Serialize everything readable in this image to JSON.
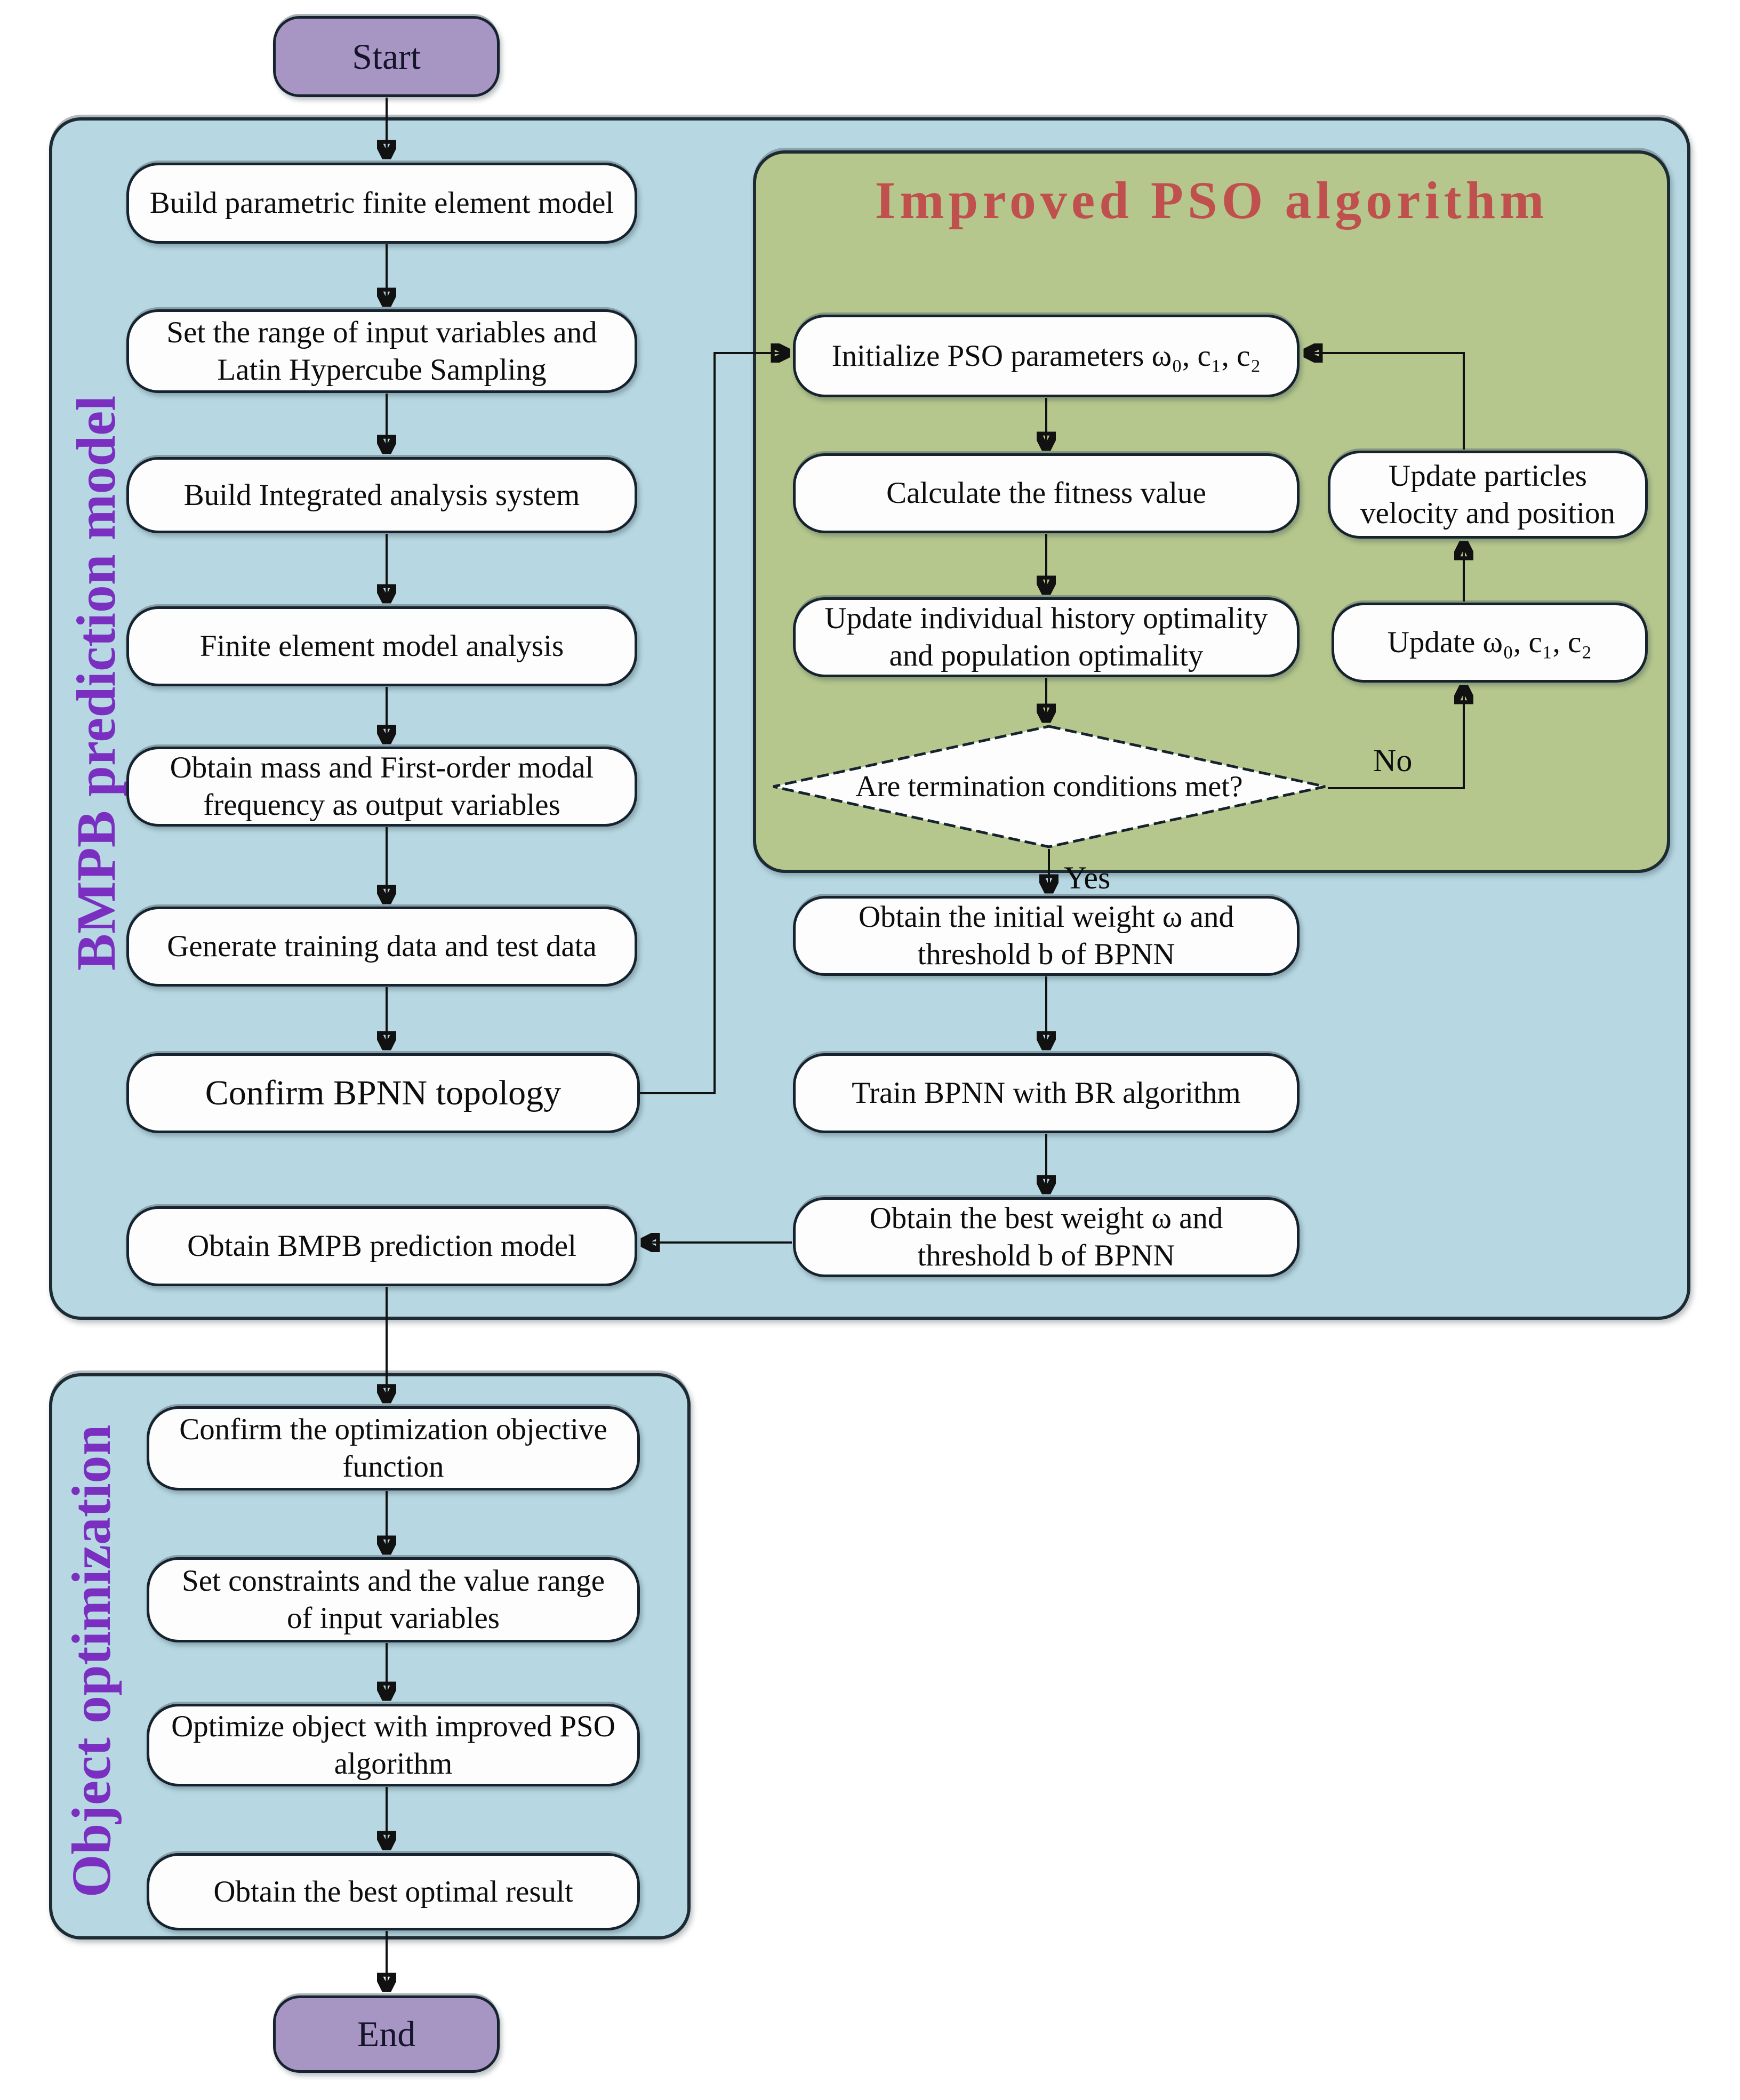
{
  "terminals": {
    "start": "Start",
    "end": "End"
  },
  "sections": {
    "bmpb_label": "BMPB prediction model",
    "pso_title": "Improved PSO algorithm",
    "object_label": "Object optimization"
  },
  "bmpb_nodes": {
    "build_fem": "Build parametric finite element model",
    "set_range": "Set the range of input variables and Latin Hypercube Sampling",
    "build_integrated": "Build Integrated analysis system",
    "fem_analysis": "Finite element model analysis",
    "obtain_outputs": "Obtain mass and First-order modal frequency as output variables",
    "generate_data": "Generate training data and test data",
    "confirm_topology": "Confirm BPNN topology",
    "obtain_model": "Obtain BMPB prediction model"
  },
  "pso_nodes": {
    "initialize": "Initialize PSO parameters ω₀, c₁, c₂",
    "fitness": "Calculate the fitness value",
    "update_optimality": "Update individual history optimality and population optimality",
    "termination": "Are termination conditions met?",
    "update_particles": "Update particles velocity and position",
    "update_params": "Update ω₀, c₁, c₂"
  },
  "train_nodes": {
    "initial_weight": "Obtain the initial weight ω and threshold b of BPNN",
    "train_bpnn": "Train BPNN with BR algorithm",
    "best_weight": "Obtain the best weight ω and threshold b of BPNN"
  },
  "object_nodes": {
    "objective": "Confirm the optimization objective function",
    "constraints": "Set constraints and the value range of input variables",
    "optimize": "Optimize object with improved PSO algorithm",
    "best_result": "Obtain the best optimal result"
  },
  "branch_labels": {
    "yes": "Yes",
    "no": "No"
  },
  "colors": {
    "section_fill": "#b7d8e2",
    "pso_fill": "#b5c78d",
    "terminal_fill": "#a795c3",
    "node_fill": "#fdfdfd",
    "pso_title_red": "#c0504d",
    "section_label_purple": "#7b2fc0",
    "line_black": "#111111"
  }
}
